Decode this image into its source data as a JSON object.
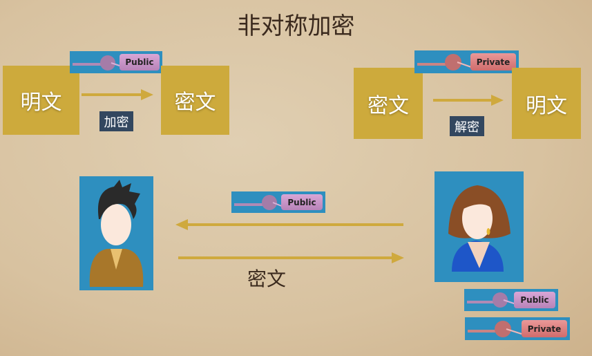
{
  "title": "非对称加密",
  "encrypt": {
    "plain": "明文",
    "cipher": "密文",
    "action": "加密",
    "key_label": "Public"
  },
  "decrypt": {
    "cipher": "密文",
    "plain": "明文",
    "action": "解密",
    "key_label": "Private"
  },
  "exchange": {
    "shared_key_label": "Public",
    "message": "密文",
    "woman_keys": [
      "Public",
      "Private"
    ]
  },
  "colors": {
    "box": "#cdaa3c",
    "tag": "#33475f",
    "icon_bg": "#2e8fbf"
  }
}
